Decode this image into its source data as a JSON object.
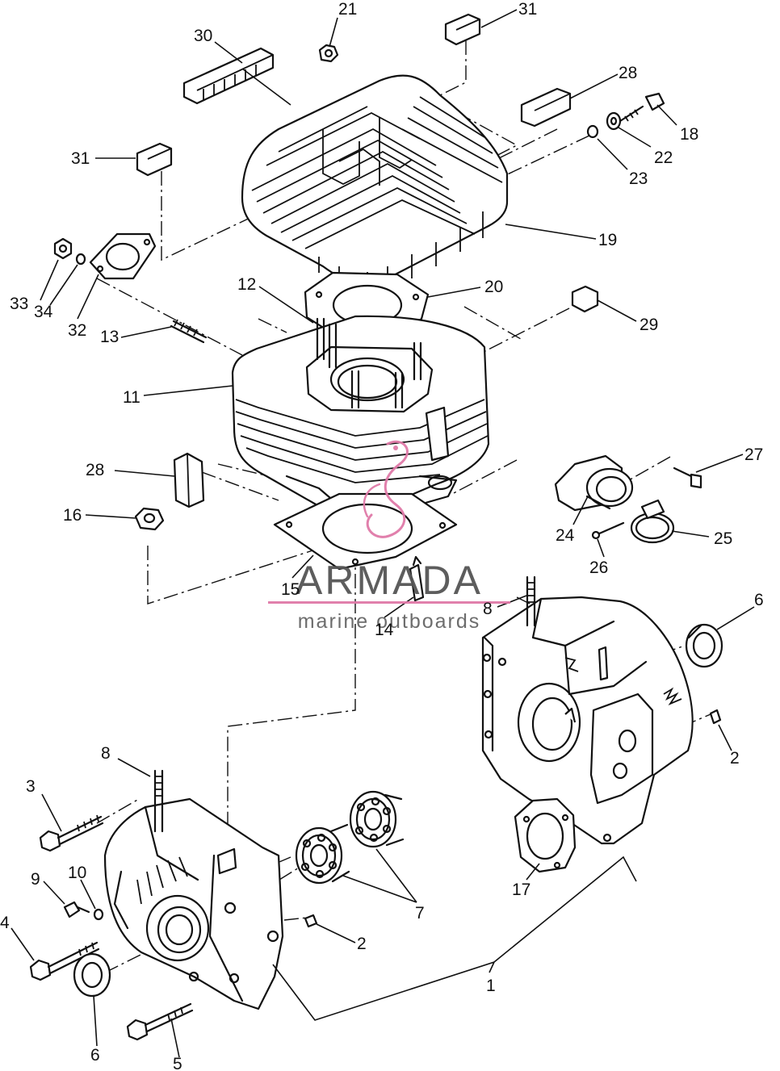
{
  "watermark": {
    "brand": "ARMADA",
    "tagline": "marine outboards",
    "accent_color": "#e07aa8"
  },
  "callouts": [
    {
      "id": "c31a",
      "label": "31"
    },
    {
      "id": "c21",
      "label": "21"
    },
    {
      "id": "c30",
      "label": "30"
    },
    {
      "id": "c28a",
      "label": "28"
    },
    {
      "id": "c18",
      "label": "18"
    },
    {
      "id": "c22",
      "label": "22"
    },
    {
      "id": "c23",
      "label": "23"
    },
    {
      "id": "c31b",
      "label": "31"
    },
    {
      "id": "c19",
      "label": "19"
    },
    {
      "id": "c33",
      "label": "33"
    },
    {
      "id": "c34",
      "label": "34"
    },
    {
      "id": "c32",
      "label": "32"
    },
    {
      "id": "c12",
      "label": "12"
    },
    {
      "id": "c20",
      "label": "20"
    },
    {
      "id": "c13",
      "label": "13"
    },
    {
      "id": "c29",
      "label": "29"
    },
    {
      "id": "c11",
      "label": "11"
    },
    {
      "id": "c27",
      "label": "27"
    },
    {
      "id": "c28b",
      "label": "28"
    },
    {
      "id": "c16",
      "label": "16"
    },
    {
      "id": "c24",
      "label": "24"
    },
    {
      "id": "c25",
      "label": "25"
    },
    {
      "id": "c26",
      "label": "26"
    },
    {
      "id": "c15",
      "label": "15"
    },
    {
      "id": "c14",
      "label": "14"
    },
    {
      "id": "c8a",
      "label": "8"
    },
    {
      "id": "c6a",
      "label": "6"
    },
    {
      "id": "c2a",
      "label": "2"
    },
    {
      "id": "c8b",
      "label": "8"
    },
    {
      "id": "c3",
      "label": "3"
    },
    {
      "id": "c9",
      "label": "9"
    },
    {
      "id": "c10",
      "label": "10"
    },
    {
      "id": "c17",
      "label": "17"
    },
    {
      "id": "c7",
      "label": "7"
    },
    {
      "id": "c4",
      "label": "4"
    },
    {
      "id": "c2b",
      "label": "2"
    },
    {
      "id": "c1",
      "label": "1"
    },
    {
      "id": "c6b",
      "label": "6"
    },
    {
      "id": "c5",
      "label": "5"
    }
  ]
}
